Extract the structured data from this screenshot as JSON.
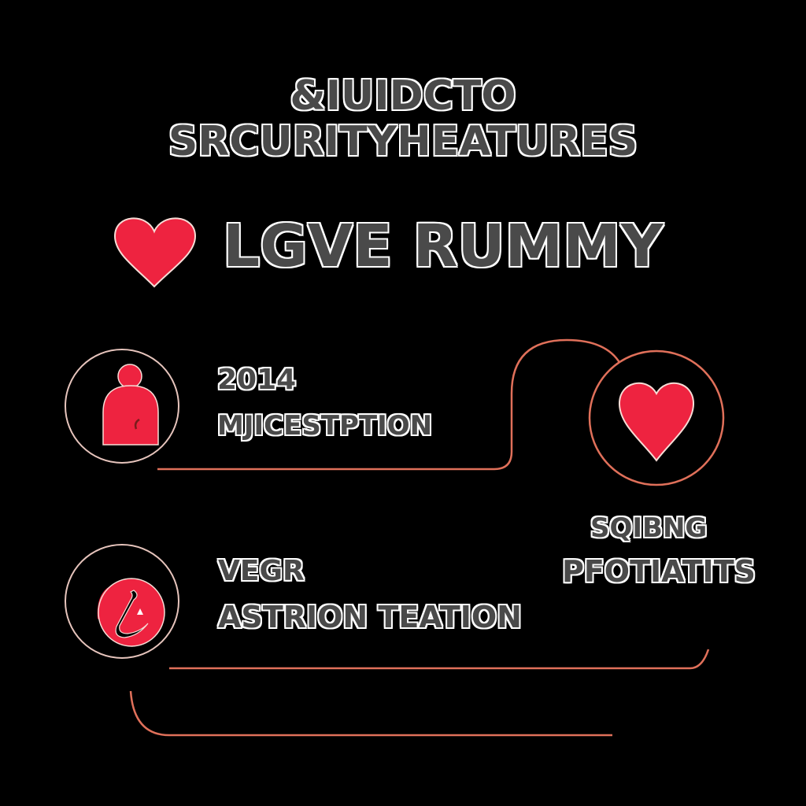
{
  "header": {
    "title_line_1": "&IUIDCTO",
    "title_line_2": "SRCURITYHEATURES"
  },
  "brand": {
    "icon": "heart-icon",
    "name": "LGVE RUMMY"
  },
  "features": [
    {
      "icon": "user-icon",
      "line_1": "2014",
      "line_2": "MJICESTPTION"
    },
    {
      "icon": "heart-icon",
      "line_1": "SQIBNG",
      "line_2": "PFOTIATITS"
    },
    {
      "icon": "swan-icon",
      "line_1": "VEGR",
      "line_2": "ASTRION TEATION"
    }
  ],
  "colors": {
    "background": "#000000",
    "accent_red": "#EE2340",
    "connector_line": "#E0705A",
    "text_fill": "#4A4A4A",
    "text_outline": "#FFFFFF",
    "circle_outline_light": "#E6C4BC"
  }
}
